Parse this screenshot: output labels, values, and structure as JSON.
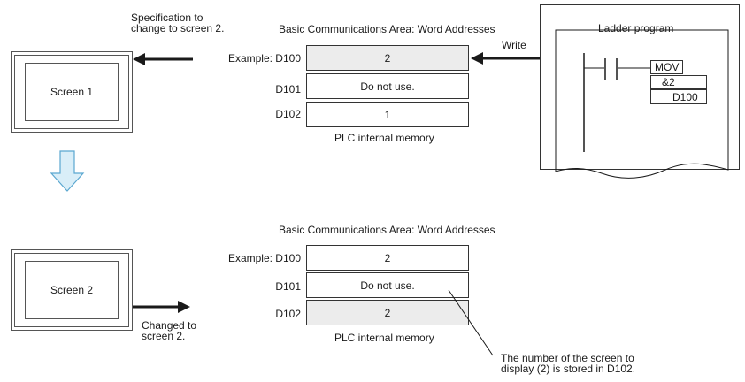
{
  "top": {
    "spec_note": "Specification to\nchange to screen 2.",
    "area_title": "Basic Communications Area: Word Addresses",
    "write_label": "Write",
    "screen_label": "Screen 1",
    "rows": [
      {
        "address": "Example: D100",
        "value": "2"
      },
      {
        "address": "D101",
        "value": "Do not use."
      },
      {
        "address": "D102",
        "value": "1"
      }
    ],
    "memory_caption": "PLC internal memory",
    "ladder": {
      "title": "Ladder program",
      "instruction": [
        "MOV",
        "&2",
        "D100"
      ]
    }
  },
  "bottom": {
    "area_title": "Basic Communications Area: Word Addresses",
    "screen_label": "Screen 2",
    "changed_note": "Changed to\nscreen 2.",
    "rows": [
      {
        "address": "Example: D100",
        "value": "2"
      },
      {
        "address": "D101",
        "value": "Do not use."
      },
      {
        "address": "D102",
        "value": "2"
      }
    ],
    "memory_caption": "PLC internal memory",
    "callout": "The number of the screen to\ndisplay (2) is stored in D102."
  },
  "colors": {
    "arrow": "#1a1a1a",
    "down_arrow_fill": "#d9eef8",
    "down_arrow_stroke": "#5aa7d0",
    "shaded_cell": "#ececec"
  }
}
